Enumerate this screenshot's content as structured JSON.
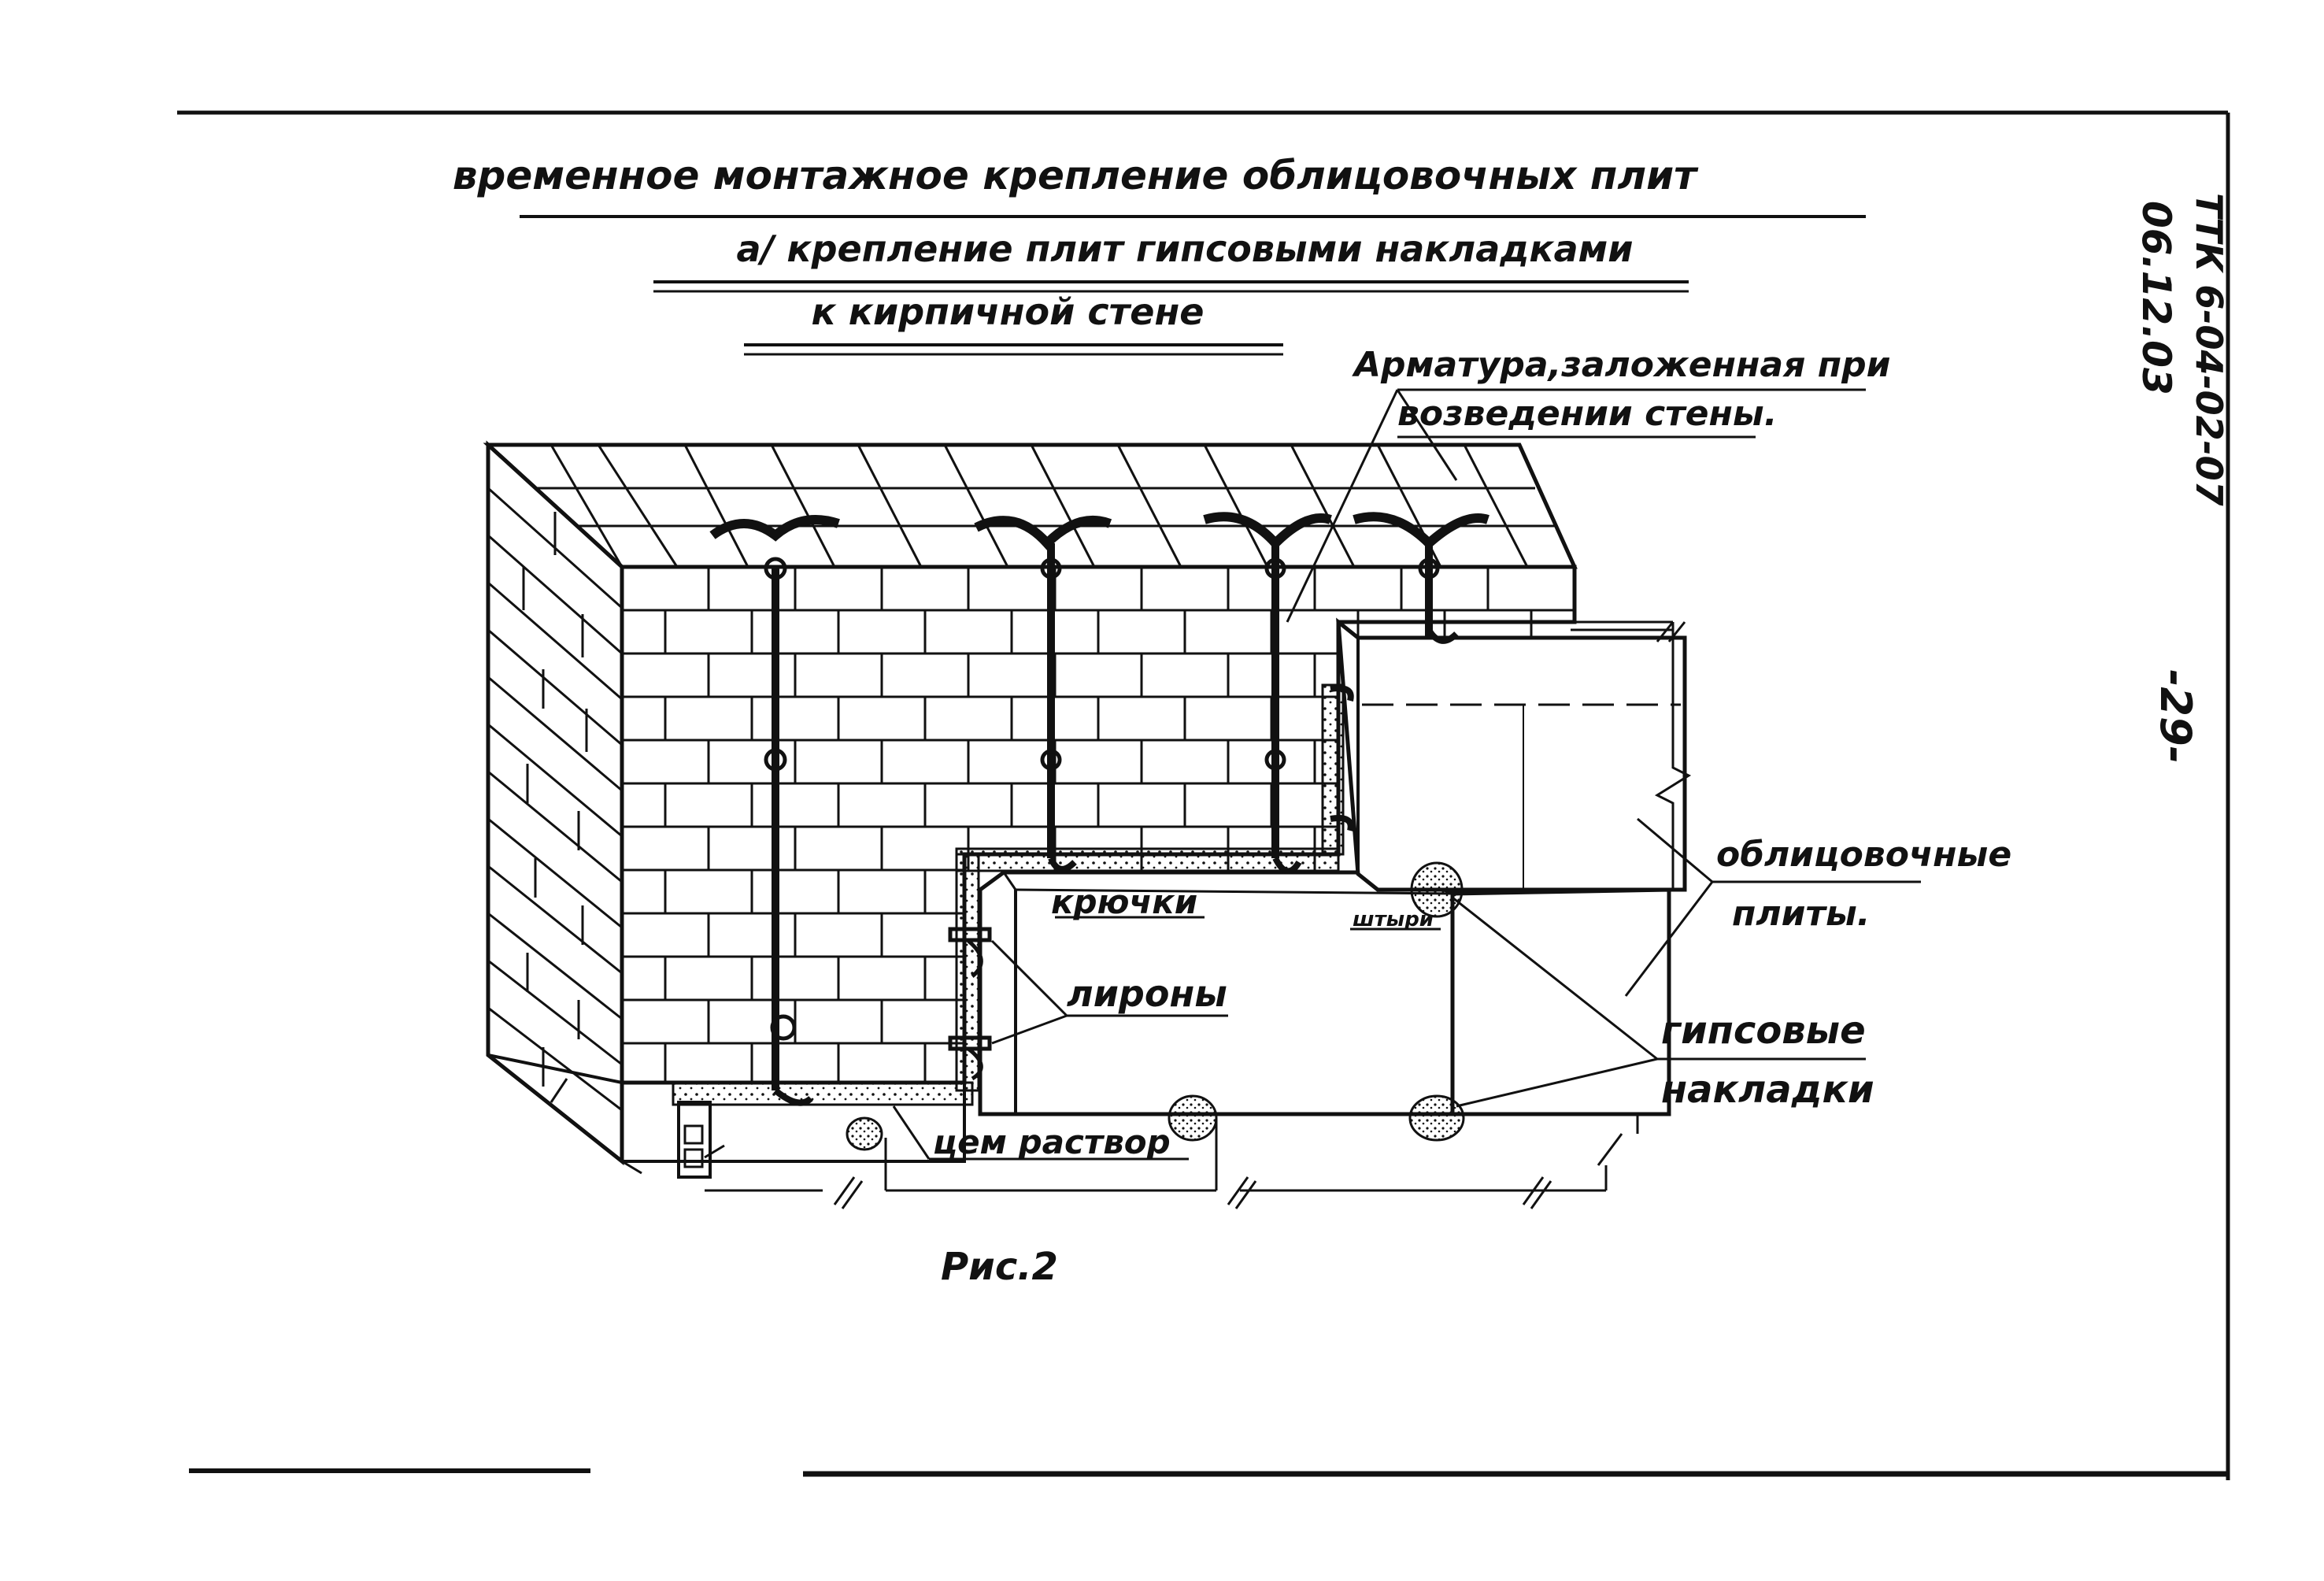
{
  "title": {
    "line1": "временное монтажное крепление облицовочных плит",
    "line2": "а/ крепление плит гипсовыми накладками",
    "line3": "к кирпичной стене"
  },
  "doc_code": {
    "line1": "ТТК 6-04-02-07",
    "line2": "06.12.03"
  },
  "page_number": "-29-",
  "callouts": {
    "armature_line1": "Арматура,заложенная при",
    "armature_line2": "возведении стены.",
    "facing_plates_line1": "облицовочные",
    "facing_plates_line2": "плиты.",
    "gypsum_pads_line1": "гипсовые",
    "gypsum_pads_line2": "накладки",
    "hooks": "крючки",
    "lugs": "лироны",
    "dowel": "штыри",
    "cement_mortar": "цем раствор"
  },
  "figure_caption": "Рис.2",
  "colors": {
    "ink": "#111111",
    "paper": "#ffffff"
  }
}
